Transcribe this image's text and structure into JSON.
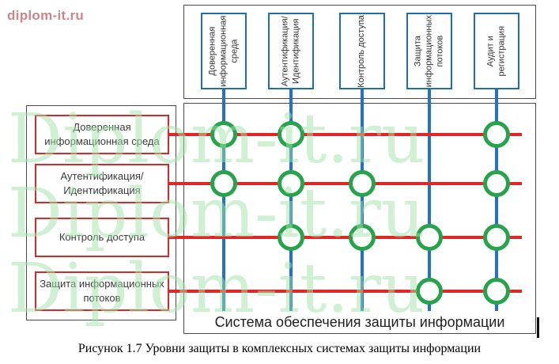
{
  "logo": "diplom-it.ru",
  "watermark_text": "Diplom-it.ru",
  "top_panel": {
    "items": [
      {
        "label": "Доверенная\nинформационная\nсреда"
      },
      {
        "label": "Аутентификация/\nИдентификация"
      },
      {
        "label": "Контроль доступа"
      },
      {
        "label": "Защита\nинформационных\nпотоков"
      },
      {
        "label": "Аудит и\nрегистрация"
      }
    ]
  },
  "left_panel": {
    "items": [
      {
        "label": "Доверенная\nинформационная среда"
      },
      {
        "label": "Аутентификация/\nИдентификация"
      },
      {
        "label": "Контроль доступа"
      },
      {
        "label": "Защита информационных\nпотоков"
      }
    ]
  },
  "matrix": {
    "connections": [
      [
        1,
        1,
        0,
        0,
        1
      ],
      [
        1,
        1,
        1,
        0,
        1
      ],
      [
        0,
        1,
        1,
        1,
        1
      ],
      [
        0,
        0,
        0,
        1,
        1
      ]
    ],
    "bottom_label": "Система обеспечения защиты информации"
  },
  "caption": "Рисунок 1.7 Уровни защиты в комплексных системах защиты информации",
  "colors": {
    "line_blue": "#2474bd",
    "line_red": "#e02626",
    "circle_green": "#27a44b",
    "box_blue_border": "#1f6fae",
    "box_red_border": "#d42a2a",
    "panel_border": "#4a4a4a",
    "watermark_green": "#a0e1a5",
    "logo_pink": "#cd8686"
  }
}
